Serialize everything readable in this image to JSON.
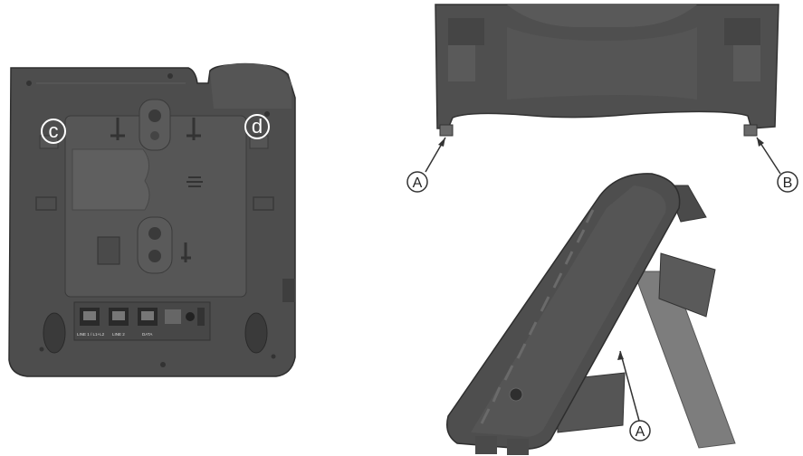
{
  "figure": {
    "callouts": {
      "c": "c",
      "d": "d",
      "a_top": "A",
      "b_top": "B",
      "a_side": "A"
    },
    "port_labels": [
      "LINE 1 / L1+L2",
      "LINE 2",
      "DATA"
    ],
    "colors": {
      "body": "#4e4e4e",
      "body_dark": "#3c3c3c",
      "panel": "#5c5c5c",
      "highlight": "#6a6a6a",
      "stand": "#808080",
      "callout_stroke": "#333333"
    }
  }
}
